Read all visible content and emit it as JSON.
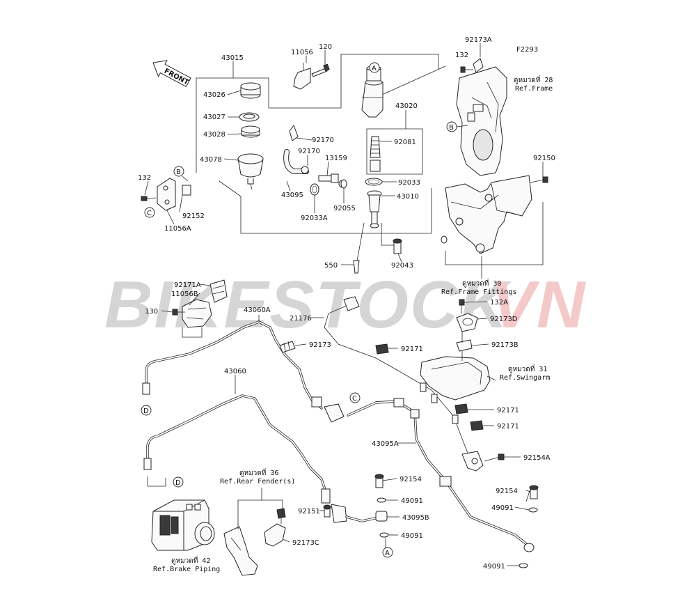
{
  "figure_code": "F2293",
  "front_arrow": "FRONT",
  "watermark": {
    "part1": "BIKESTOCK",
    "part2": "VN",
    "color1": "#c8c8c8",
    "color2": "#f0b8b8"
  },
  "refs": {
    "frame": {
      "thai": "ดูหมวดที่ 28",
      "en": "Ref.Frame"
    },
    "frame_fittings": {
      "thai": "ดูหมวดที่ 30",
      "en": "Ref.Frame Fittings"
    },
    "swingarm": {
      "thai": "ดูหมวดที่ 31",
      "en": "Ref.Swingarm"
    },
    "rear_fender": {
      "thai": "ดูหมวดที่ 36",
      "en": "Ref.Rear Fender(s)"
    },
    "brake_piping": {
      "thai": "ดูหมวดที่ 42",
      "en": "Ref.Brake Piping"
    }
  },
  "letters": {
    "a": "A",
    "b": "B",
    "c": "C",
    "d": "D"
  },
  "parts": {
    "p43015": "43015",
    "p11056": "11056",
    "p120": "120",
    "p92173A": "92173A",
    "p43026": "43026",
    "p43027": "43027",
    "p43028": "43028",
    "p43078": "43078",
    "p92170a": "92170",
    "p92170b": "92170",
    "p13159": "13159",
    "p43020": "43020",
    "p92081": "92081",
    "p92033": "92033",
    "p43010": "43010",
    "p43095": "43095",
    "p92055": "92055",
    "p92033A": "92033A",
    "p132a": "132",
    "p132b": "132",
    "p92152": "92152",
    "p11056A": "11056A",
    "p92150": "92150",
    "p550": "550",
    "p92043": "92043",
    "p92171A": "92171A",
    "p11056B": "11056B",
    "p130": "130",
    "p43060A": "43060A",
    "p21176": "21176",
    "p92173": "92173",
    "p92171a": "92171",
    "p92171b": "92171",
    "p92171c": "92171",
    "p132A": "132A",
    "p92173D": "92173D",
    "p92173B": "92173B",
    "p43060": "43060",
    "p43095A": "43095A",
    "p92154A": "92154A",
    "p92154a": "92154",
    "p92154b": "92154",
    "p49091a": "49091",
    "p49091b": "49091",
    "p49091c": "49091",
    "p49091d": "49091",
    "p92151": "92151",
    "p43095B": "43095B",
    "p92173C": "92173C"
  }
}
